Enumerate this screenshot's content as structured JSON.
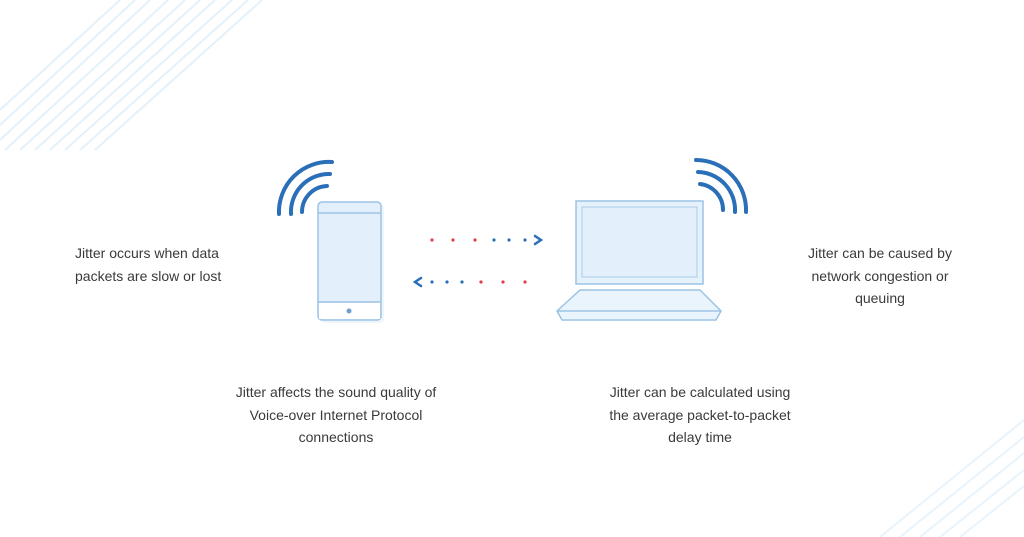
{
  "captions": {
    "left": [
      "Jitter occurs when data",
      "packets are slow or lost"
    ],
    "right": [
      "Jitter can be caused by",
      "network congestion or",
      "queuing"
    ],
    "bottom_left": [
      "Jitter affects the sound quality of",
      "Voice-over Internet Protocol",
      "connections"
    ],
    "bottom_right": [
      "Jitter can be calculated using",
      "the average packet-to-packet",
      "delay time"
    ]
  },
  "colors": {
    "accent": "#2a6fb8",
    "device_stroke": "#9cc3e6",
    "device_fill": "#e6f2fb",
    "packet_red": "#e0404a",
    "packet_blue": "#2a6fb8"
  }
}
